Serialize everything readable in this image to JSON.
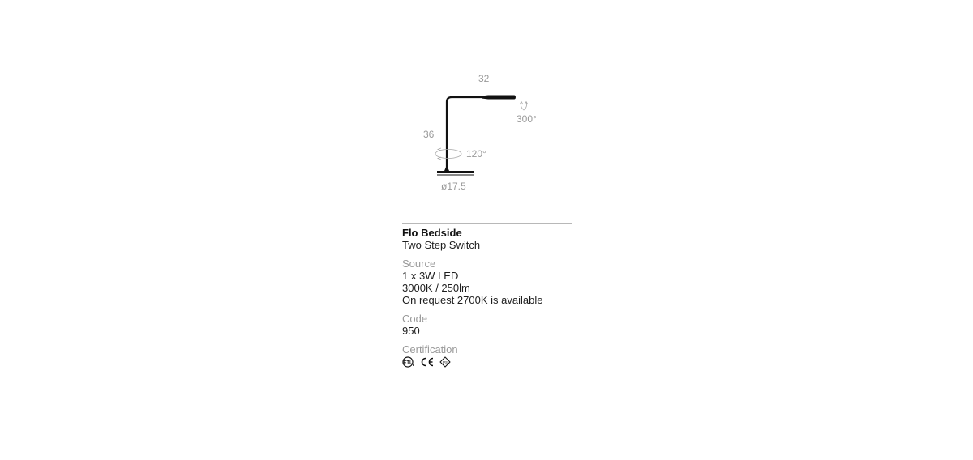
{
  "diagram": {
    "dim_width": "32",
    "dim_height": "36",
    "dim_base": "ø17.5",
    "rotation_head": "300°",
    "rotation_arm": "120°"
  },
  "product": {
    "name": "Flo Bedside",
    "subtitle": "Two Step Switch",
    "source_label": "Source",
    "source_lines": [
      "1 x 3W LED",
      "3000K / 250lm",
      "On request 2700K is available"
    ],
    "code_label": "Code",
    "code_value": "950",
    "certification_label": "Certification",
    "certifications": [
      "etl-listed-icon",
      "ce-mark-icon",
      "pse-mark-icon"
    ]
  },
  "colors": {
    "ink": "#1a1a1a",
    "muted": "#9a9a9a",
    "rule": "#b8b8b8"
  }
}
